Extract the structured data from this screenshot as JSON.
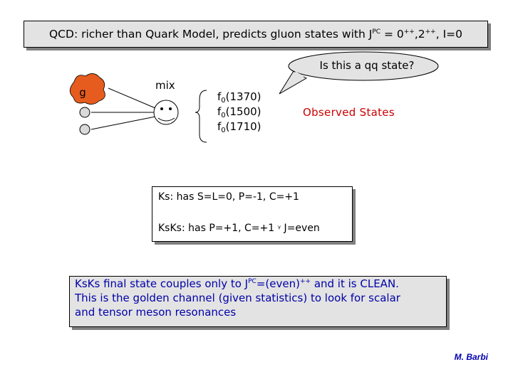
{
  "title": {
    "pre": "QCD: richer than Quark Model, predicts gluon states with J",
    "sup1": "PC",
    "mid1": " = 0",
    "sup2": "++",
    "mid2": ",2",
    "sup3": "++",
    "post": ", I=0"
  },
  "callout": "Is this a qq state?",
  "diagram": {
    "gluon_label": "g",
    "mix_label": "mix"
  },
  "states": [
    {
      "prefix": "f",
      "sub": "0",
      "mass": "(1370)"
    },
    {
      "prefix": "f",
      "sub": "0",
      "mass": "(1500)"
    },
    {
      "prefix": "f",
      "sub": "0",
      "mass": "(1710)"
    }
  ],
  "observed_label": "Observed States",
  "ks_box": {
    "line1": "Ks: has S=L=0, P=-1, C=+1",
    "line2_pre": "KsKs: has P=+1, C=+1 ",
    "line2_arrow": "ᵞ",
    "line2_post": " J=even"
  },
  "final_box": {
    "line1_pre": "KsKs final state couples only to J",
    "line1_sup1": "PC",
    "line1_mid": "=(even)",
    "line1_sup2": "++",
    "line1_post": " and it is CLEAN.",
    "line2": "This is the golden channel (given statistics) to look for scalar",
    "line3": "and tensor meson resonances"
  },
  "author": "M. Barbi",
  "colors": {
    "panel_gray": "#e3e3e3",
    "callout_fill": "#e3e3e3",
    "gluon_blob": "#e65c1e",
    "ball_fill": "#d9d9d9",
    "observed_red": "#cc0000",
    "final_text_blue": "#0000aa"
  }
}
